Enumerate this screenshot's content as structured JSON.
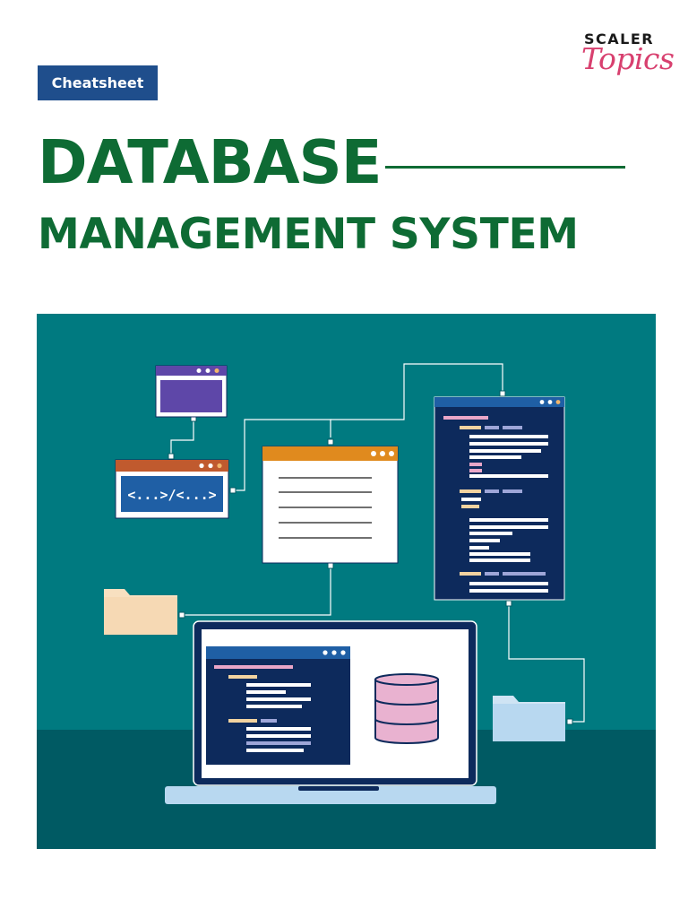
{
  "badge": {
    "label": "Cheatsheet"
  },
  "brand": {
    "top": "SCALER",
    "script": "Topics"
  },
  "title": {
    "line1": "DATABASE",
    "line2": "MANAGEMENT SYSTEM"
  },
  "illustration": {
    "code_tag": "<...>/<...>",
    "icons": [
      "browser-window-icon",
      "code-window-icon",
      "document-window-icon",
      "code-panel-icon",
      "folder-icon",
      "laptop-icon",
      "database-icon"
    ]
  },
  "colors": {
    "title_green": "#0e6b34",
    "badge_blue": "#1f4e8c",
    "brand_pink": "#d8406f",
    "teal_background": "#007a80",
    "teal_floor": "#005a63",
    "navy_panel": "#0d2a5c",
    "orange_bar": "#e08a1e",
    "purple_window": "#5e47a8",
    "database_pink": "#e9b2d0"
  }
}
